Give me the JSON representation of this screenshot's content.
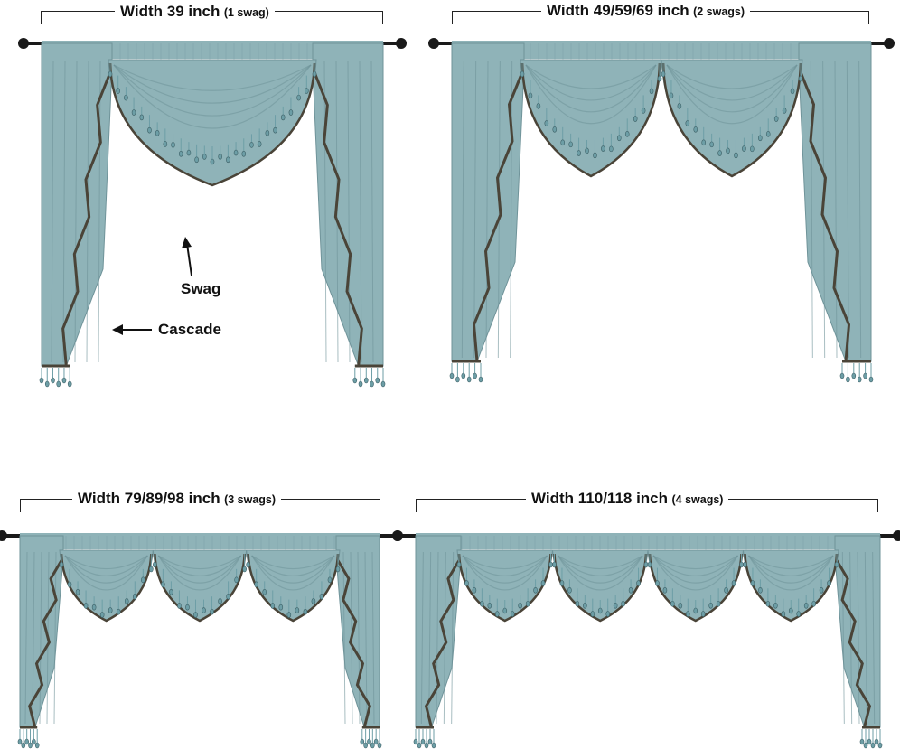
{
  "panels": [
    {
      "width_label": "Width 39 inch",
      "swags_label": "(1 swag)",
      "swags": 1
    },
    {
      "width_label": "Width 49/59/69 inch",
      "swags_label": "(2 swags)",
      "swags": 2
    },
    {
      "width_label": "Width 79/89/98 inch",
      "swags_label": "(3 swags)",
      "swags": 3
    },
    {
      "width_label": "Width 110/118 inch",
      "swags_label": "(4 swags)",
      "swags": 4
    }
  ],
  "annotations": {
    "swag": "Swag",
    "cascade": "Cascade"
  },
  "colors": {
    "fabric": "#8fb3b8",
    "fabric_dark": "#6f9399",
    "fabric_light": "#b7d0d3",
    "trim": "#4a4438",
    "bead": "#6d9ea6",
    "rod": "#1a1a1a"
  }
}
